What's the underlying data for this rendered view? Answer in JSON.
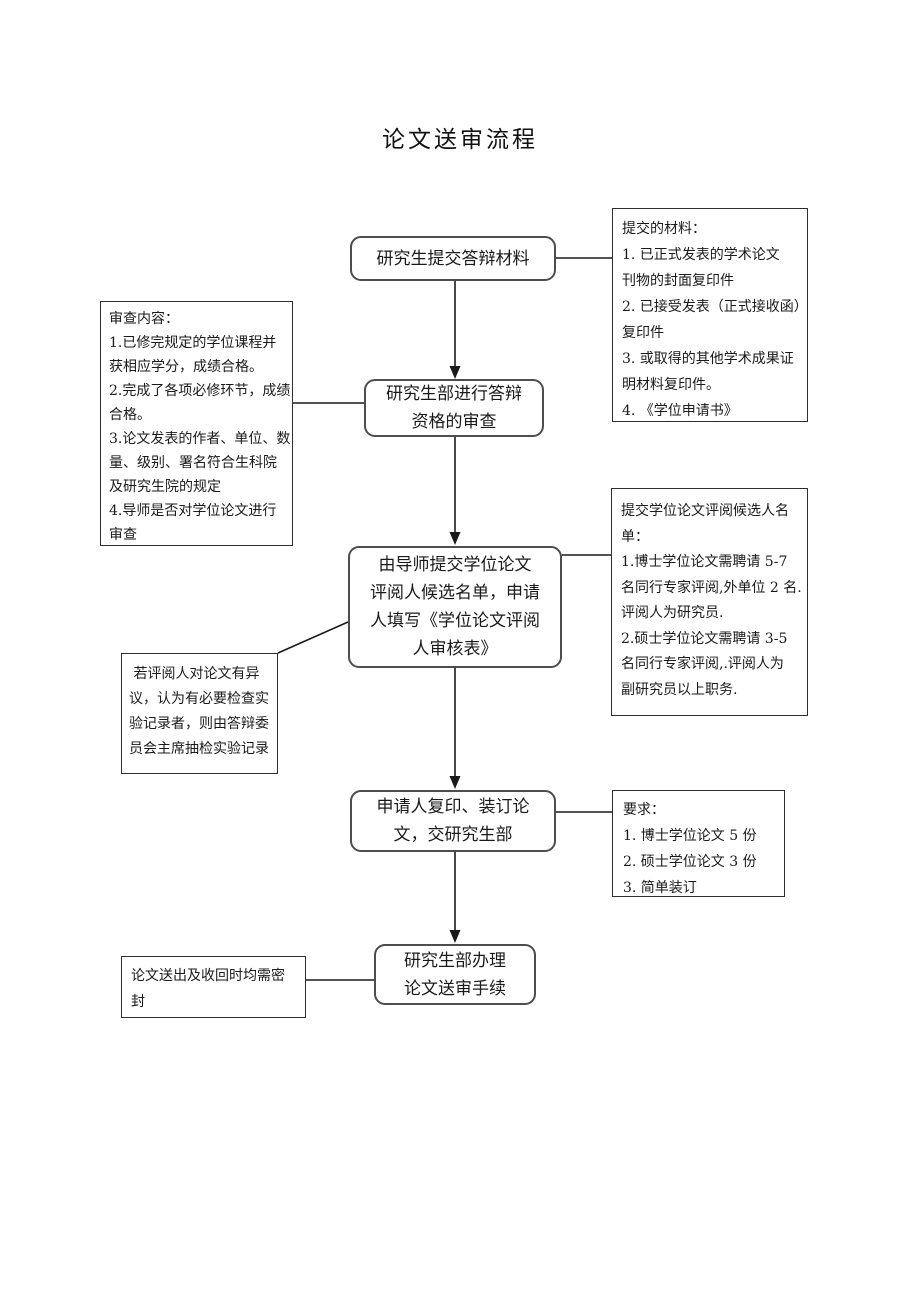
{
  "page": {
    "title": "论文送审流程"
  },
  "flow": {
    "steps": [
      {
        "label": "研究生提交答辩材料"
      },
      {
        "label": "研究生部进行答辩\n资格的审查"
      },
      {
        "label": "由导师提交学位论文\n评阅人候选名单，申请\n人填写《学位论文评阅\n人审核表》"
      },
      {
        "label": "申请人复印、装订论\n文，交研究生部"
      },
      {
        "label": "研究生部办理\n论文送审手续"
      }
    ]
  },
  "notes": {
    "materials": "提交的材料：\n1. 已正式发表的学术论文\n刊物的封面复印件\n2. 已接受发表（正式接收函）\n复印件\n3. 或取得的其他学术成果证\n明材料复印件。\n4. 《学位申请书》",
    "review_content": "审查内容：\n1.已修完规定的学位课程并\n获相应学分，成绩合格。\n2.完成了各项必修环节，成绩\n合格。\n3.论文发表的作者、单位、数\n量、级别、署名符合生科院\n及研究生院的规定\n4.导师是否对学位论文进行\n审查",
    "reviewer_candidates": "提交学位论文评阅候选人名\n单：\n1.博士学位论文需聘请 5-7\n名同行专家评阅,外单位 2 名.\n评阅人为研究员.\n2.硕士学位论文需聘请 3-5\n名同行专家评阅,.评阅人为\n副研究员以上职务.",
    "objection": " 若评阅人对论文有异\n议，认为有必要检查实\n验记录者，则由答辩委\n员会主席抽检实验记录",
    "requirements": "要求：\n1. 博士学位论文 5 份\n2. 硕士学位论文 3 份\n3. 简单装订",
    "seal": "论文送出及收回时均需密\n封"
  },
  "colors": {
    "background": "#ffffff",
    "text": "#1a1a1a",
    "flow_border": "#4d4d4d",
    "note_border": "#2e2e2e",
    "line": "#1a1a1a"
  }
}
